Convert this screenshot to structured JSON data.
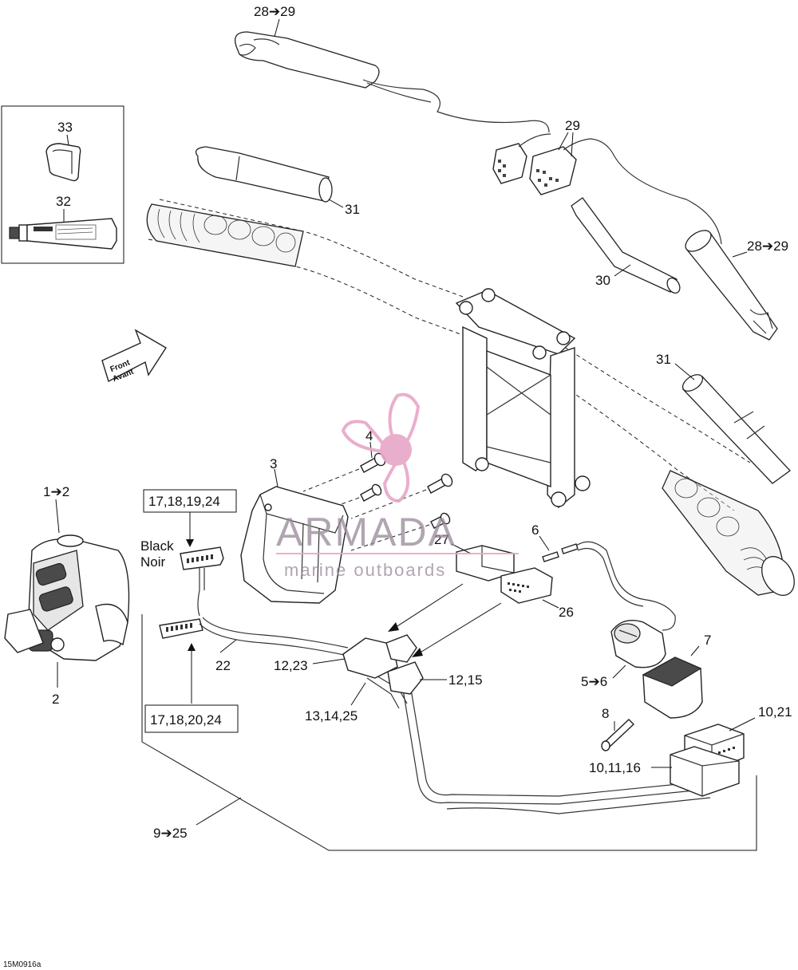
{
  "diagram_id": "15M0916a",
  "front_badge": {
    "line1": "Front",
    "line2": "Avant"
  },
  "watermark": {
    "name": "ARMADA",
    "tagline": "marine outboards",
    "color": "#e8a6c8"
  },
  "inset_labels": {
    "sealant": "32",
    "clip": "33"
  },
  "callouts": {
    "grip_heater_top": "28➔29",
    "connectors_top": "29",
    "grip_left": "31",
    "throttle_tube": "30",
    "grip_heater_right": "28➔29",
    "grip_right": "31",
    "screws": "4",
    "housing": "3",
    "switch": "1➔2",
    "switch_screw": "2",
    "connector_black_ref_a": "17,18,19,24",
    "black_label_en": "Black",
    "black_label_fr": "Noir",
    "harness_main": "22",
    "connector_ref_b": "17,18,20,24",
    "connector_27": "27",
    "terminal_6": "6",
    "connector_26": "26",
    "junction_12_23": "12,23",
    "junction_12_15": "12,15",
    "junction_13_14_25": "13,14,25",
    "harness_9_25": "9➔25",
    "key_switch": "5➔6",
    "key_cap": "7",
    "pin_8": "8",
    "connector_10_21": "10,21",
    "connector_10_11_16": "10,11,16"
  }
}
